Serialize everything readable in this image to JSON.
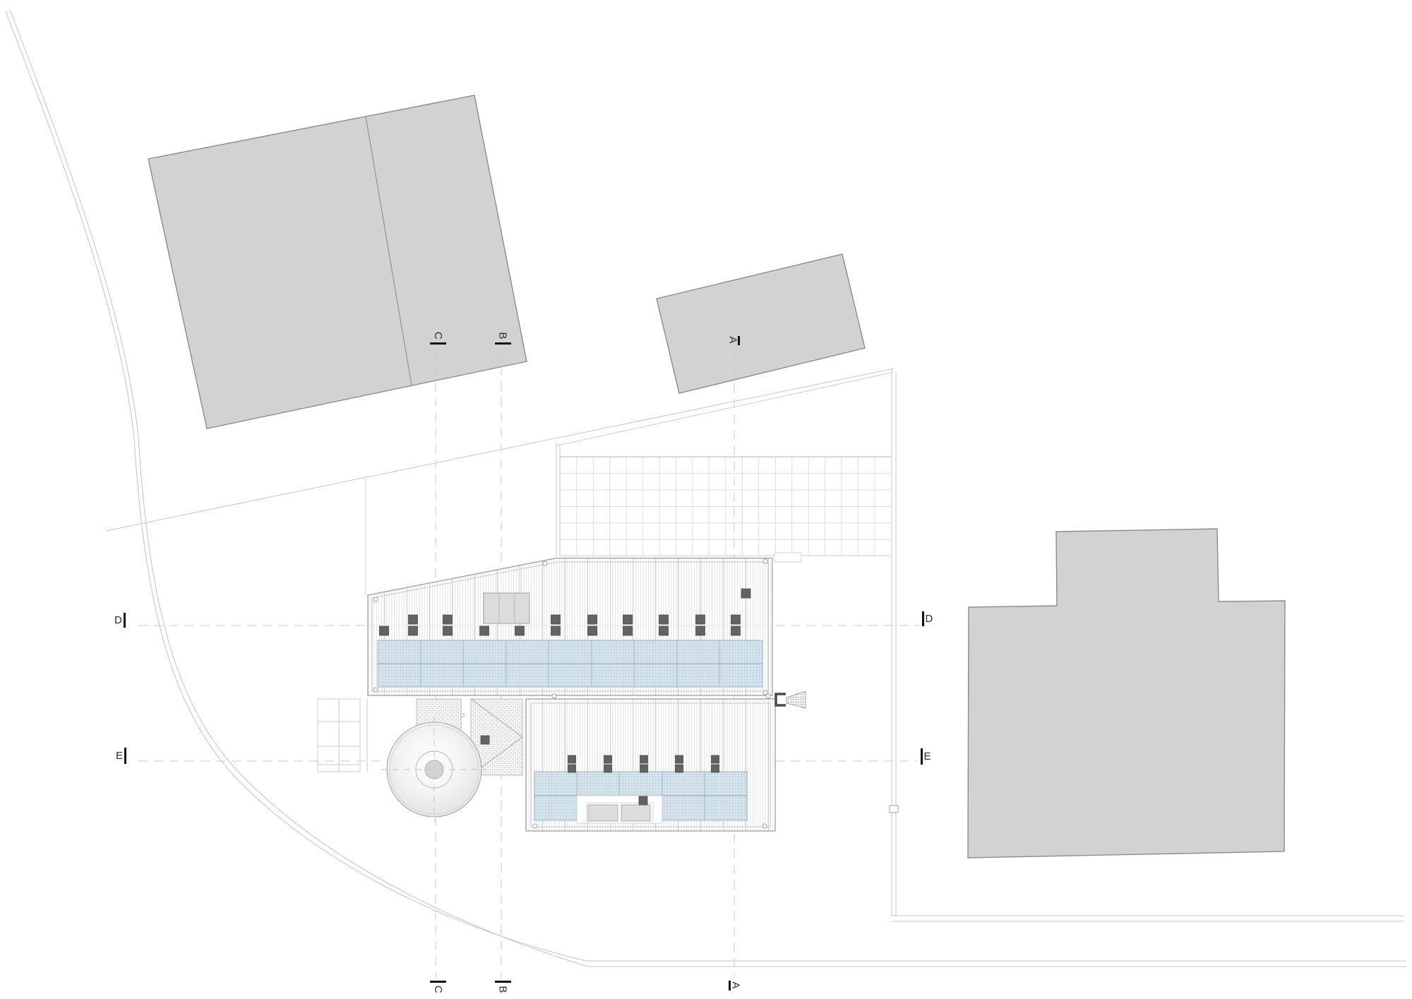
{
  "drawing": {
    "kind_label": "site roof plan",
    "section_markers": {
      "top": [
        {
          "label": "C"
        },
        {
          "label": "B"
        },
        {
          "label": "A"
        }
      ],
      "bottom": [
        {
          "label": "C"
        },
        {
          "label": "B"
        },
        {
          "label": "A"
        }
      ],
      "left": [
        {
          "label": "D"
        },
        {
          "label": "E"
        }
      ],
      "right": [
        {
          "label": "D"
        },
        {
          "label": "E"
        }
      ]
    }
  },
  "colors": {
    "background": "#ffffff",
    "context_building_fill": "#d2d2d2",
    "context_building_stroke": "#8c8c8c",
    "main_building_stroke": "#9a9a9a",
    "roof_hatch_line": "#dcdcdc",
    "solar_panel_fill": "#d8e5ee",
    "solar_panel_grid": "#bcd2e0",
    "solar_panel_stroke": "#9ab0bf",
    "skylight_fill": "#dcdcdc",
    "anchor_square_fill": "#636363",
    "section_line": "#c9c9c9",
    "site_line": "#c3c3c3",
    "terrace_grid_line": "#cfcfcf",
    "stipple_dot": "#b5b5b5",
    "marker_text": "#2b2b2b",
    "marker_tick": "#111111"
  }
}
